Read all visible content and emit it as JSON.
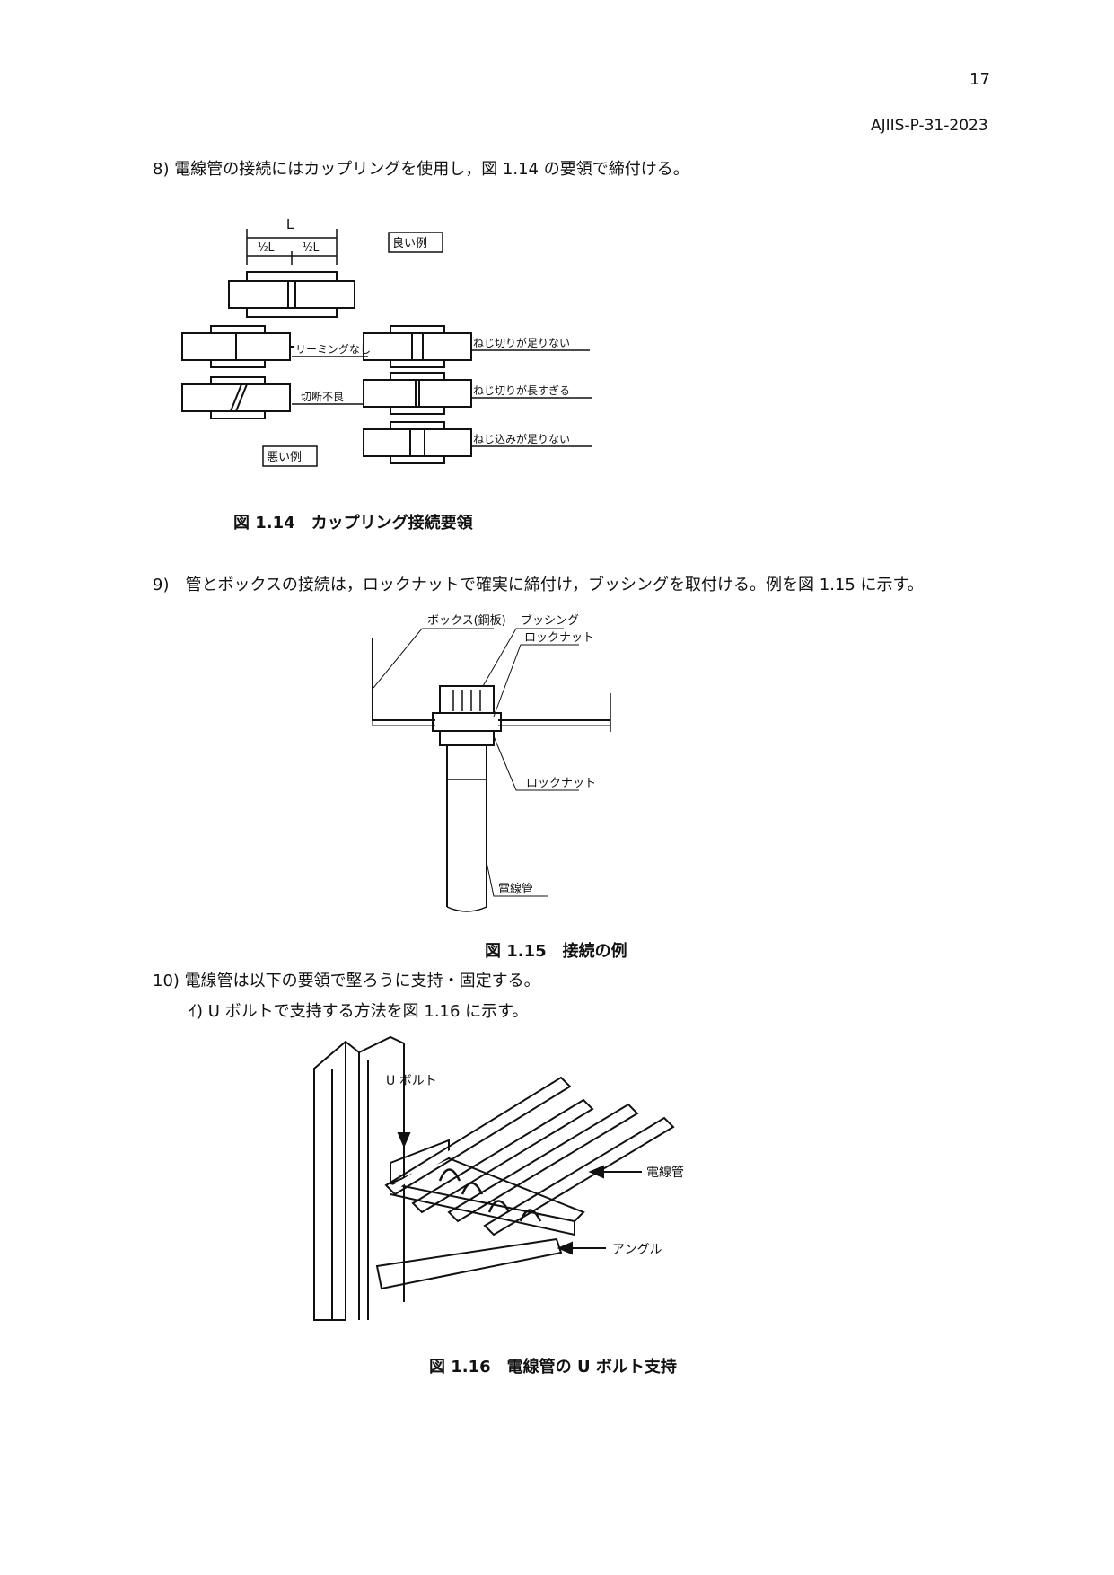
{
  "header": {
    "page_number": "17",
    "doc_id": "AJIIS-P-31-2023"
  },
  "para8": "8) 電線管の接続にはカップリングを使用し，図 1.14 の要領で締付ける。",
  "fig14": {
    "dim_L": "L",
    "dim_half1": "½L",
    "dim_half2": "½L",
    "good_label": "良い例",
    "bad_label": "悪い例",
    "label_reaming": "リーミングなし",
    "label_cut": "切断不良",
    "label_thread_short": "ねじ切りが足りない",
    "label_thread_long": "ねじ切りが長すぎる",
    "label_screw_short": "ねじ込みが足りない",
    "caption": "図 1.14　カップリング接続要領"
  },
  "para9": "9)　管とボックスの接続は，ロックナットで確実に締付け，ブッシングを取付ける。例を図 1.15 に示す。",
  "fig15": {
    "label_box": "ボックス(鋼板)",
    "label_bushing": "ブッシング",
    "label_locknut_top": "ロックナット",
    "label_locknut_bottom": "ロックナット",
    "label_conduit": "電線管",
    "caption": "図 1.15　接続の例"
  },
  "para10": "10) 電線管は以下の要領で堅ろうに支持・固定する。",
  "para10_i": "ｲ) U ボルトで支持する方法を図 1.16 に示す。",
  "fig16": {
    "label_ubolt": "U ボルト",
    "label_conduit": "電線管",
    "label_angle": "アングル",
    "caption": "図 1.16　電線管の U ボルト支持"
  }
}
